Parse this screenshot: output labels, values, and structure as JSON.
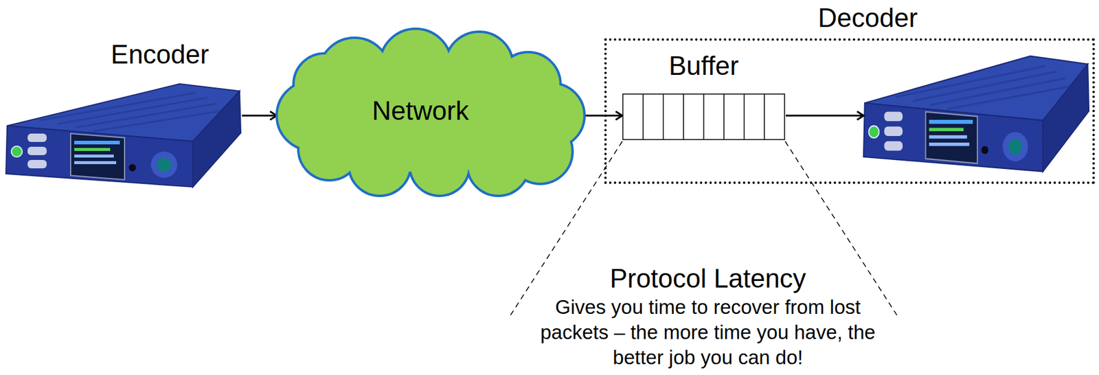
{
  "diagram": {
    "nodes": [
      {
        "text": [
          "Encoder"
        ]
      },
      {
        "text": [
          "Network"
        ]
      },
      {
        "text": [
          "Decoder"
        ]
      },
      {
        "text": [
          "Buffer"
        ],
        "in": 2
      }
    ],
    "edges": [
      {
        "from": 0,
        "to": 1,
        "arrow": "to"
      },
      {
        "from": 1,
        "to": 3,
        "arrow": "to"
      }
    ],
    "labels": [
      "Protocol Latency",
      "Gives you time to recover from lost packets – the more time you have, the better job you can do!"
    ]
  }
}
